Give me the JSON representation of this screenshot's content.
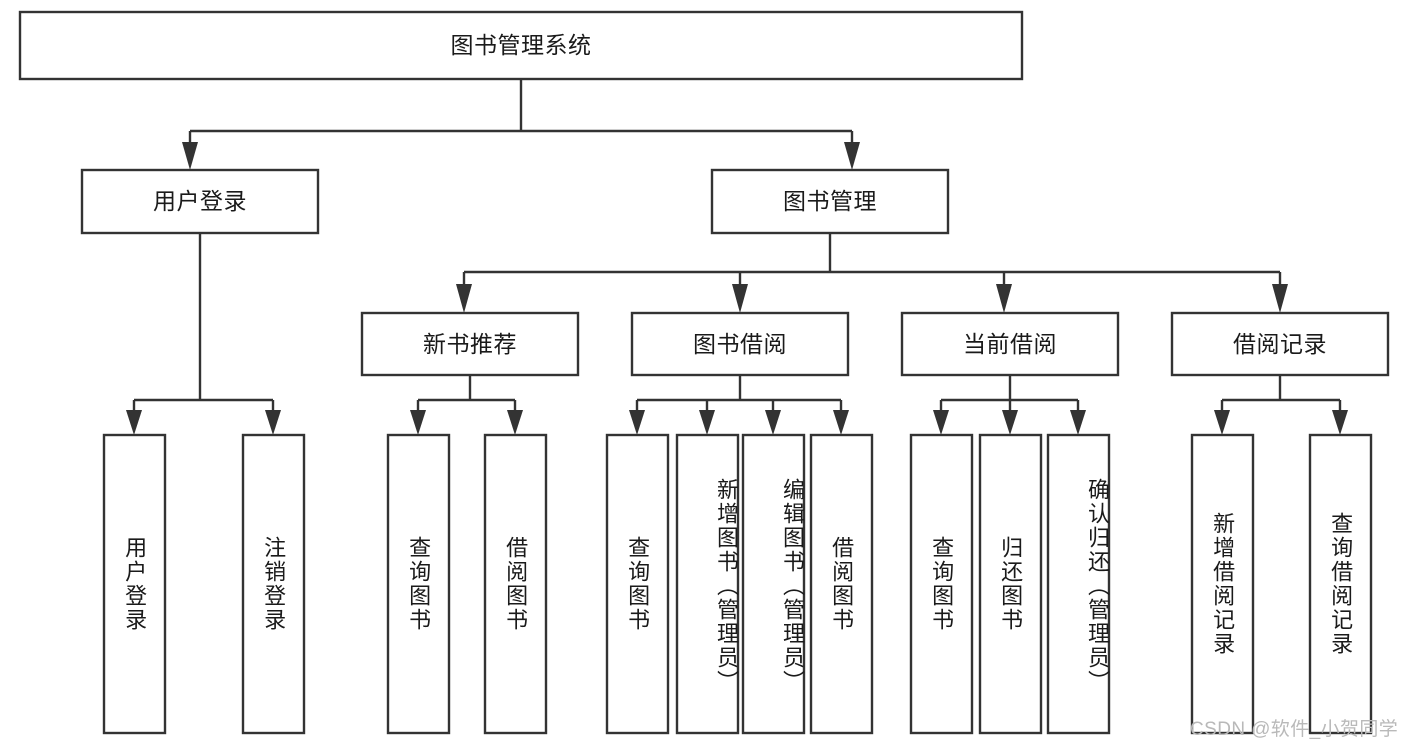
{
  "diagram": {
    "type": "tree-hierarchy",
    "title": "图书管理系统",
    "watermark": "CSDN @软件_小贺同学",
    "colors": {
      "stroke": "#333333",
      "fill": "#ffffff",
      "text": "#1a1a1a",
      "watermark": "#b9b9b9"
    },
    "levels": {
      "root": {
        "label": "图书管理系统"
      },
      "level2": [
        {
          "id": "user-login",
          "label": "用户登录"
        },
        {
          "id": "book-manage",
          "label": "图书管理"
        }
      ],
      "level3": [
        {
          "id": "new-book-recommend",
          "label": "新书推荐",
          "parent": "book-manage"
        },
        {
          "id": "book-borrow",
          "label": "图书借阅",
          "parent": "book-manage"
        },
        {
          "id": "current-borrow",
          "label": "当前借阅",
          "parent": "book-manage"
        },
        {
          "id": "borrow-record",
          "label": "借阅记录",
          "parent": "book-manage"
        }
      ],
      "leaves": [
        {
          "id": "leaf-user-login",
          "label": "用户登录",
          "parent": "user-login"
        },
        {
          "id": "leaf-user-logout",
          "label": "注销登录",
          "parent": "user-login"
        },
        {
          "id": "leaf-query-book-1",
          "label": "查询图书",
          "parent": "new-book-recommend"
        },
        {
          "id": "leaf-borrow-book-1",
          "label": "借阅图书",
          "parent": "new-book-recommend"
        },
        {
          "id": "leaf-query-book-2",
          "label": "查询图书",
          "parent": "book-borrow"
        },
        {
          "id": "leaf-add-book",
          "label": "新增图书（管理员）",
          "parent": "book-borrow"
        },
        {
          "id": "leaf-edit-book",
          "label": "编辑图书（管理员）",
          "parent": "book-borrow"
        },
        {
          "id": "leaf-borrow-book-2",
          "label": "借阅图书",
          "parent": "book-borrow"
        },
        {
          "id": "leaf-query-book-3",
          "label": "查询图书",
          "parent": "current-borrow"
        },
        {
          "id": "leaf-return-book",
          "label": "归还图书",
          "parent": "current-borrow"
        },
        {
          "id": "leaf-confirm-return",
          "label": "确认归还（管理员）",
          "parent": "current-borrow"
        },
        {
          "id": "leaf-add-record",
          "label": "新增借阅记录",
          "parent": "borrow-record"
        },
        {
          "id": "leaf-query-record",
          "label": "查询借阅记录",
          "parent": "borrow-record"
        }
      ]
    }
  }
}
